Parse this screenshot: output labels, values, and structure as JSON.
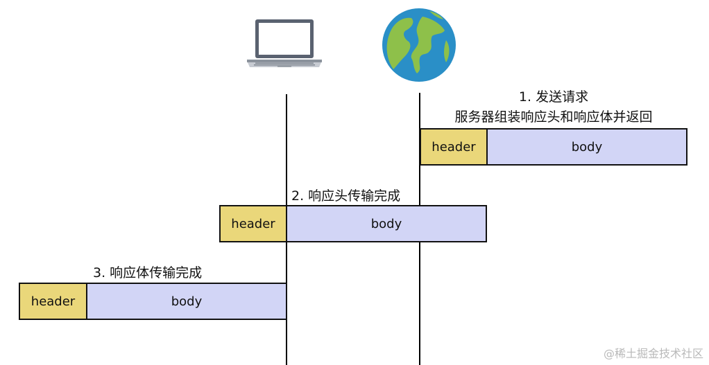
{
  "icons": {
    "client": "laptop-icon",
    "server": "globe-icon"
  },
  "steps": [
    {
      "label_lines": [
        "1. 发送请求",
        "服务器组装响应头和响应体并返回"
      ]
    },
    {
      "label": "2. 响应头传输完成"
    },
    {
      "label": "3. 响应体传输完成"
    }
  ],
  "packet": {
    "header": "header",
    "body": "body"
  },
  "colors": {
    "header_fill": "#ead77a",
    "body_fill": "#d2d5f6",
    "line": "#000000"
  },
  "watermark": "@稀土掘金技术社区"
}
